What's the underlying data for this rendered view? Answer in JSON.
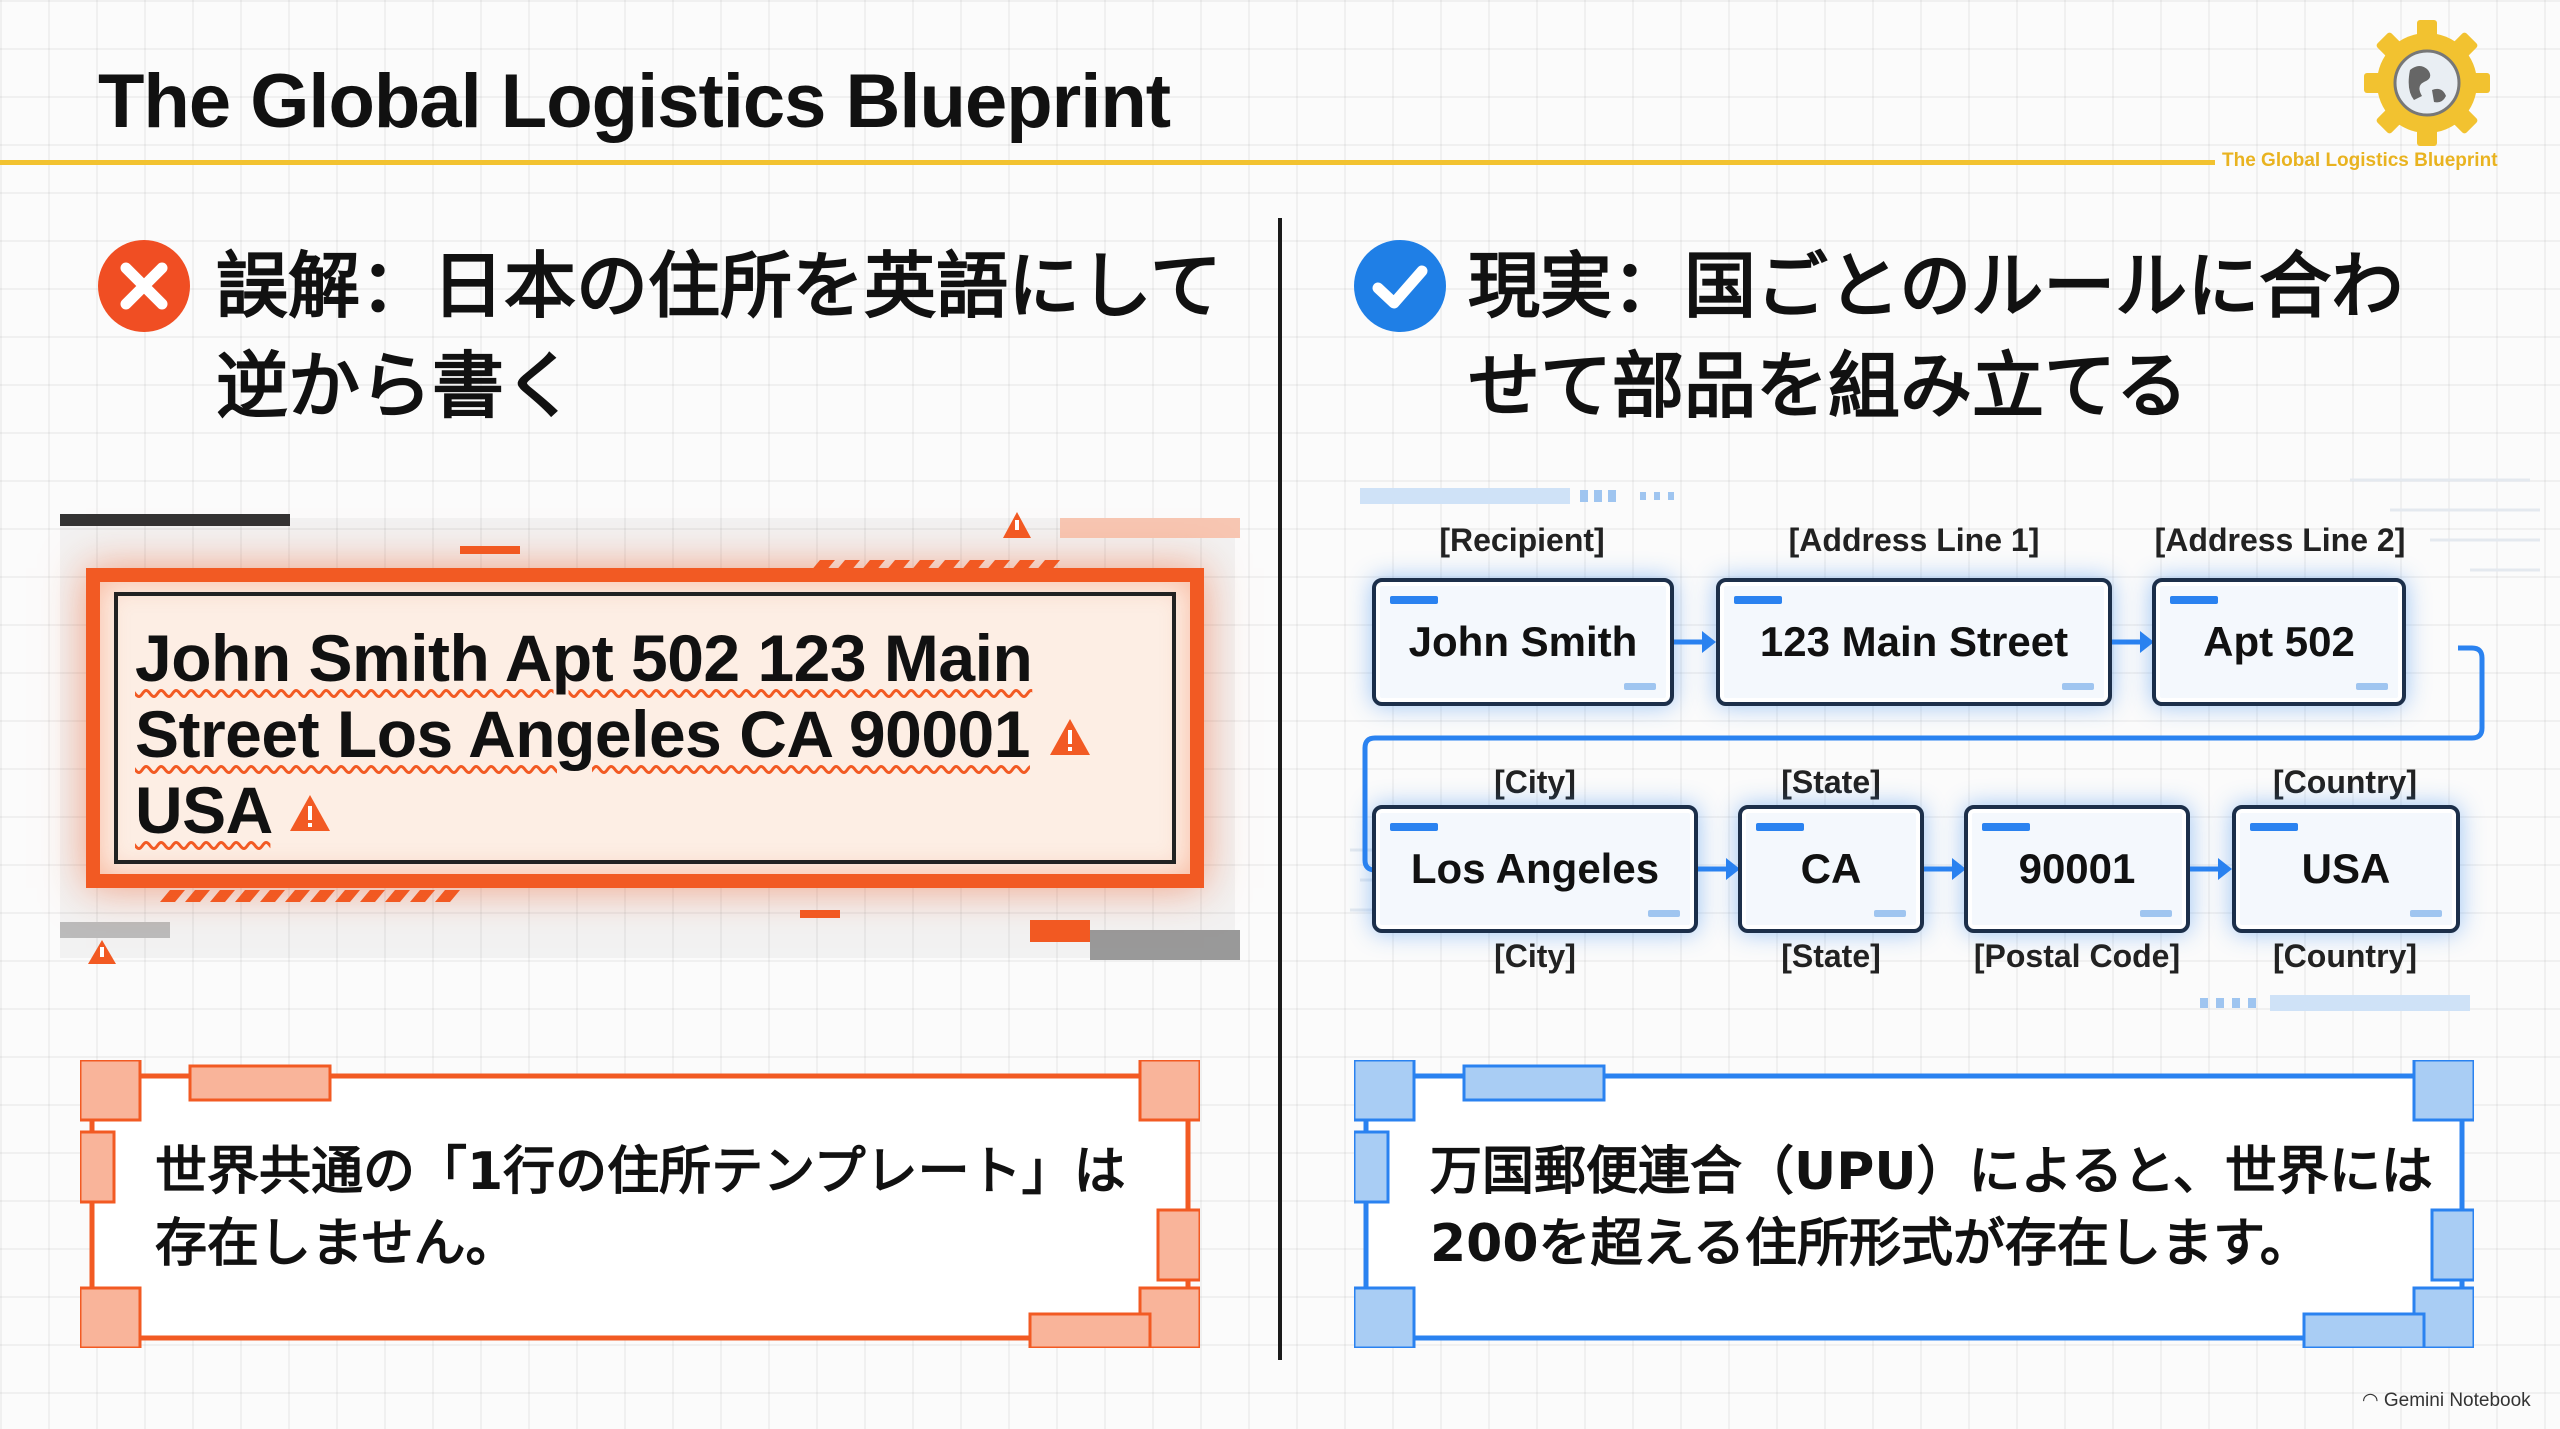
{
  "header": {
    "title": "The Global Logistics Blueprint",
    "brand_label": "The Global Logistics Blueprint"
  },
  "left": {
    "heading": "誤解：日本の住所を英語にして逆から書く",
    "address_lines": [
      "John Smith Apt 502 123 Main",
      "Street Los Angeles CA 90001",
      "USA"
    ],
    "callout": "世界共通の「1行の住所テンプレート」は存在しません。"
  },
  "right": {
    "heading": "現実：国ごとのルールに合わせて部品を組み立てる",
    "row1": [
      {
        "label": "[Recipient]",
        "value": "John Smith"
      },
      {
        "label": "[Address Line 1]",
        "value": "123 Main Street"
      },
      {
        "label": "[Address Line 2]",
        "value": "Apt 502"
      }
    ],
    "row2": [
      {
        "label_top": "[City]",
        "label_bottom": "[City]",
        "value": "Los Angeles"
      },
      {
        "label_top": "[State]",
        "label_bottom": "[State]",
        "value": "CA"
      },
      {
        "label_top": "",
        "label_bottom": "[Postal Code]",
        "value": "90001"
      },
      {
        "label_top": "[Country]",
        "label_bottom": "[Country]",
        "value": "USA"
      }
    ],
    "callout": "万国郵便連合（UPU）によると、世界には200を超える住所形式が存在します。"
  },
  "footer": {
    "watermark": "Gemini Notebook"
  },
  "colors": {
    "accent_yellow": "#f2c230",
    "error_orange": "#f25a23",
    "success_blue": "#1f7fe6"
  },
  "icons": {
    "header": "gear-globe-icon",
    "left_badge": "close-icon",
    "right_badge": "check-icon",
    "warning": "warning-triangle-icon",
    "flow": "arrow-right-icon"
  }
}
